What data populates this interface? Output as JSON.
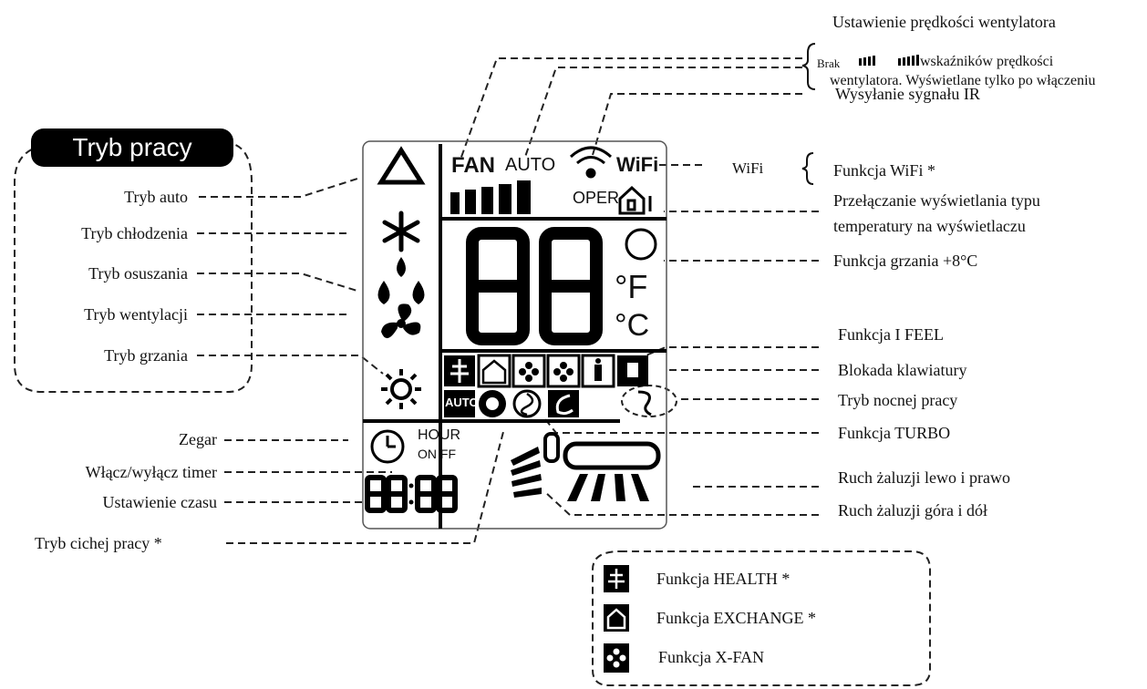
{
  "mode_group": {
    "title": "Tryb pracy",
    "items": [
      "Tryb auto",
      "Tryb chłodzenia",
      "Tryb osuszania",
      "Tryb wentylacji",
      "Tryb grzania"
    ]
  },
  "left_labels": {
    "clock": "Zegar",
    "timer": "Włącz/wyłącz timer",
    "time_set": "Ustawienie czasu",
    "quiet": "Tryb cichej pracy *"
  },
  "right_labels": {
    "fan_speed_title": "Ustawienie prędkości wentylatora",
    "fan_speed_note_a": "Brak",
    "fan_speed_note_b": "wskaźników prędkości",
    "fan_speed_note_c": "wentylatora. Wyświetlane tylko po włączeniu",
    "ir": "Wysyłanie sygnału IR",
    "wifi_short": "WiFi",
    "wifi": "Funkcja WiFi *",
    "temp_switch_1": "Przełączanie wyświetlania typu",
    "temp_switch_2": "temperatury na wyświetlaczu",
    "heat8": "Funkcja grzania +8°C",
    "ifeel": "Funkcja I FEEL",
    "lock": "Blokada klawiatury",
    "sleep": "Tryb nocnej pracy",
    "turbo": "Funkcja TURBO",
    "swing_lr": "Ruch żaluzji lewo i prawo",
    "swing_ud": "Ruch żaluzji góra i dół"
  },
  "legend": {
    "items": [
      "Funkcja HEALTH *",
      "Funkcja EXCHANGE *",
      "Funkcja X-FAN"
    ]
  },
  "lcd": {
    "fan": "FAN",
    "auto": "AUTO",
    "wifi": "WiFi",
    "oper": "OPER",
    "digits": "88",
    "f": "°F",
    "c": "°C",
    "auto_badge": "AUTO",
    "hour": "HOUR",
    "on_off": "ON FF",
    "clock_digits": "88:88"
  }
}
